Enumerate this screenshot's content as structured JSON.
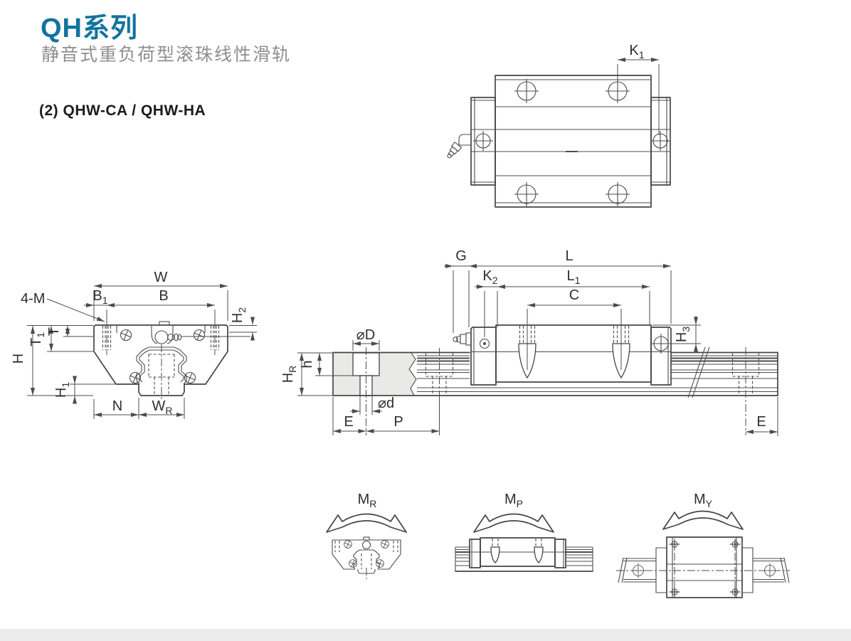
{
  "page": {
    "series_title": "QH系列",
    "series_subtitle": "静音式重负荷型滚珠线性滑轨",
    "section_heading": "(2) QHW-CA / QHW-HA"
  },
  "colors": {
    "accent_blue": "#12739e",
    "subtitle_gray": "#8f8f8f",
    "heading_black": "#1b1b1b",
    "drawing_line": "#454545",
    "rail_section_fill": "#e9e9e7",
    "footer_bar": "#ececec",
    "background": "#ffffff"
  },
  "dims": {
    "K1": {
      "b": "K",
      "s": "1"
    },
    "W": "W",
    "B": "B",
    "B1": {
      "b": "B",
      "s": "1"
    },
    "H2": {
      "b": "H",
      "s": "2"
    },
    "fourM": "4-M",
    "T1": {
      "b": "T",
      "s": "1"
    },
    "T": "T",
    "H": "H",
    "H1": {
      "b": "H",
      "s": "1"
    },
    "N": "N",
    "WR": {
      "b": "W",
      "s": "R"
    },
    "G": "G",
    "L": "L",
    "K2": {
      "b": "K",
      "s": "2"
    },
    "L1": {
      "b": "L",
      "s": "1"
    },
    "C": "C",
    "H3": {
      "b": "H",
      "s": "3"
    },
    "dD": "⌀D",
    "h": "h",
    "HR": {
      "b": "H",
      "s": "R"
    },
    "dd": "⌀d",
    "E": "E",
    "P": "P",
    "E2": "E",
    "MR": {
      "b": "M",
      "s": "R"
    },
    "MP": {
      "b": "M",
      "s": "P"
    },
    "MY": {
      "b": "M",
      "s": "Y"
    }
  }
}
